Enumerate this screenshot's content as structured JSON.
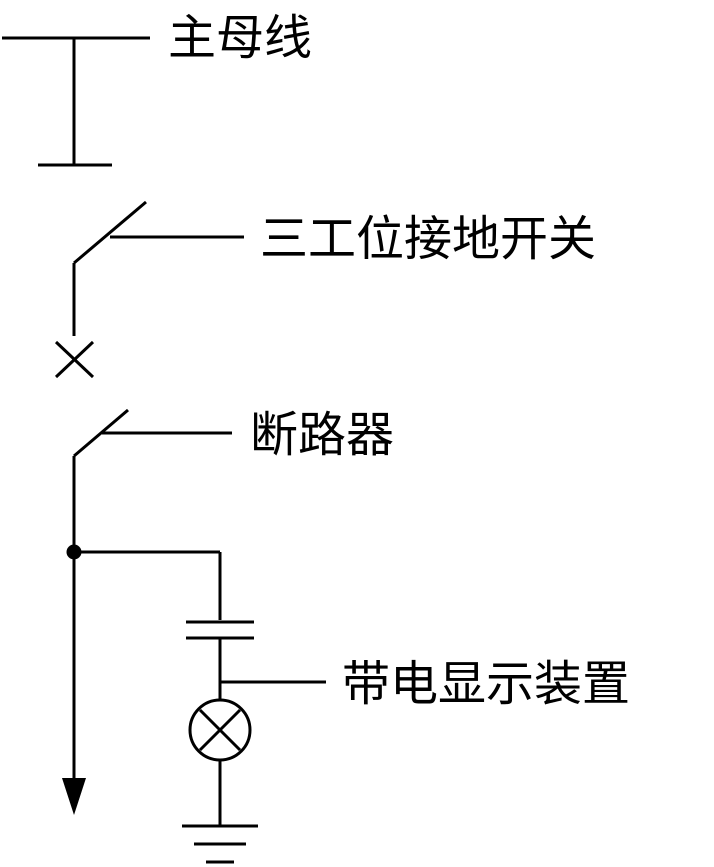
{
  "labels": {
    "main_busbar": "主母线",
    "earthing_switch": "三工位接地开关",
    "circuit_breaker": "断路器",
    "live_indicator": "带电显示装置"
  },
  "colors": {
    "line": "#000000",
    "background": "#ffffff"
  }
}
